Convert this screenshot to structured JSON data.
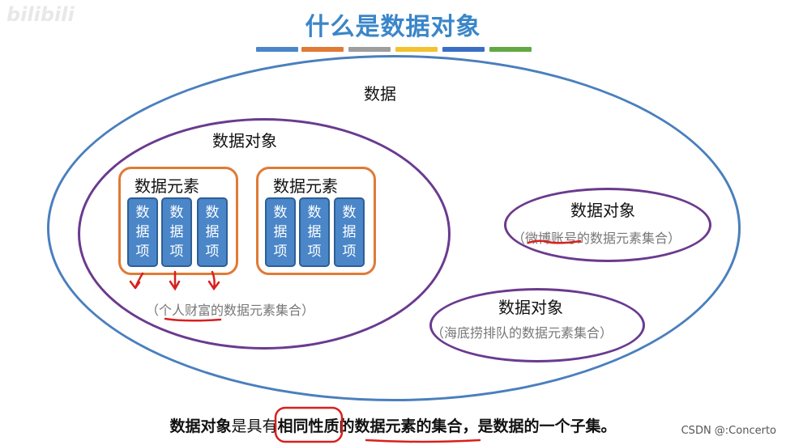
{
  "brand": "bilibili",
  "title": "什么是数据对象",
  "color_bars": [
    "#4a86c8",
    "#e07a35",
    "#9e9e9e",
    "#f2c230",
    "#3a6fc4",
    "#62a844"
  ],
  "data_label": "数据",
  "main_object": {
    "label": "数据对象",
    "elements": [
      {
        "label": "数据元素",
        "items": [
          "数据项",
          "数据项",
          "数据项"
        ]
      },
      {
        "label": "数据元素",
        "items": [
          "数据项",
          "数据项",
          "数据项"
        ]
      }
    ],
    "caption": "（个人财富的数据元素集合）"
  },
  "weibo_object": {
    "label": "数据对象",
    "caption": "（微博账号的数据元素集合）"
  },
  "queue_object": {
    "label": "数据对象",
    "caption": "（海底捞排队的数据元素集合）"
  },
  "statement": {
    "part1": "数据对象",
    "part2": "是具有",
    "part3": "相同性质",
    "part4": "的",
    "part5": "数据元素的集合",
    "part6": "，是数据的一个子集。"
  },
  "watermark": "CSDN @:Concerto"
}
